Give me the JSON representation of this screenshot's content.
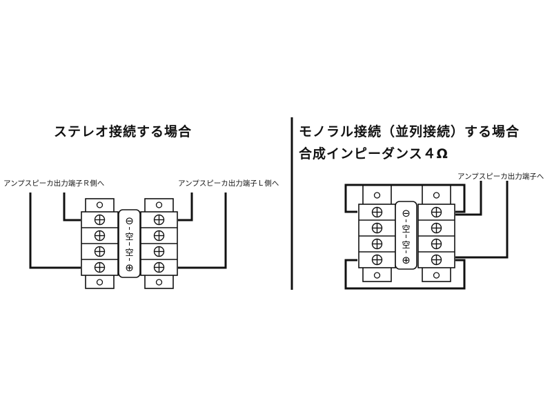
{
  "stereo": {
    "heading": "ステレオ接続する場合",
    "left_label": "アンプスピーカ出力端子Ｒ側へ",
    "right_label": "アンプスピーカ出力端子Ｌ側へ",
    "block_labels": [
      "⊖",
      "空",
      "空",
      "⊕"
    ]
  },
  "mono": {
    "heading_line1": "モノラル接続（並列接続）する場合",
    "heading_line2": "合成インピーダンス４Ω",
    "label": "アンプスピーカ出力端子へ",
    "block_labels": [
      "⊖",
      "空",
      "空",
      "⊕"
    ]
  },
  "colors": {
    "line": "#111111",
    "fill": "#ffffff"
  }
}
